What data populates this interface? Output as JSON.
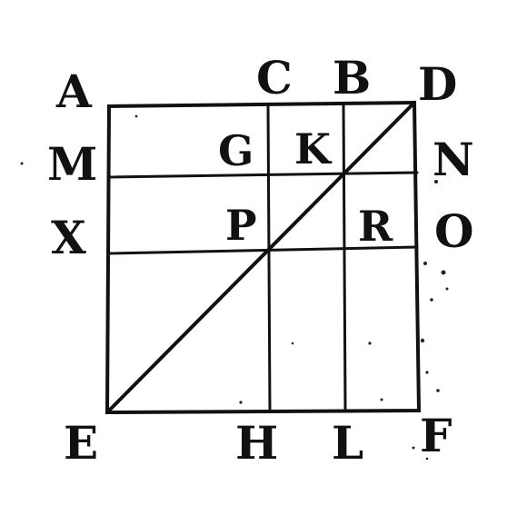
{
  "diagram": {
    "labels": {
      "A": "A",
      "B": "B",
      "C": "C",
      "D": "D",
      "E": "E",
      "F": "F",
      "G": "G",
      "H": "H",
      "K": "K",
      "L": "L",
      "M": "M",
      "N": "N",
      "O": "O",
      "P": "P",
      "R": "R",
      "X": "X"
    },
    "line_color": "#111111",
    "background": "#ffffff"
  }
}
